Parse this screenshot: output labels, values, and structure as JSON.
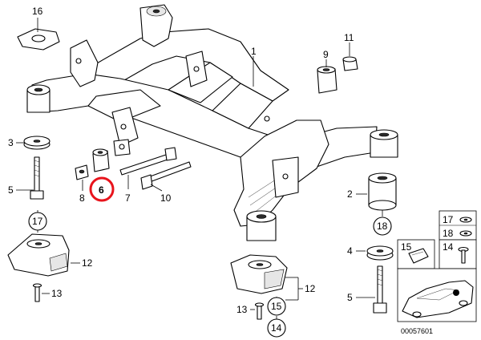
{
  "diagram": {
    "callouts": [
      {
        "id": "callout-16",
        "text": "16"
      },
      {
        "id": "callout-11",
        "text": "11"
      },
      {
        "id": "callout-9",
        "text": "9"
      },
      {
        "id": "callout-1",
        "text": "1"
      },
      {
        "id": "callout-3",
        "text": "3"
      },
      {
        "id": "callout-5-left",
        "text": "5"
      },
      {
        "id": "callout-8",
        "text": "8"
      },
      {
        "id": "callout-6",
        "text": "6"
      },
      {
        "id": "callout-7",
        "text": "7"
      },
      {
        "id": "callout-10",
        "text": "10"
      },
      {
        "id": "callout-2",
        "text": "2"
      },
      {
        "id": "callout-17-left",
        "text": "17"
      },
      {
        "id": "callout-12-left",
        "text": "12"
      },
      {
        "id": "callout-13-left",
        "text": "13"
      },
      {
        "id": "callout-18",
        "text": "18"
      },
      {
        "id": "callout-4",
        "text": "4"
      },
      {
        "id": "callout-5-right",
        "text": "5"
      },
      {
        "id": "callout-12-center",
        "text": "12"
      },
      {
        "id": "callout-13-center",
        "text": "13"
      },
      {
        "id": "callout-15-center",
        "text": "15"
      },
      {
        "id": "callout-14-center",
        "text": "14"
      },
      {
        "id": "inset-17",
        "text": "17"
      },
      {
        "id": "inset-18",
        "text": "18"
      },
      {
        "id": "inset-15",
        "text": "15"
      },
      {
        "id": "inset-14",
        "text": "14"
      }
    ],
    "highlight": {
      "text": "6",
      "color": "#e8141c"
    },
    "diagram_number": "00057601"
  }
}
